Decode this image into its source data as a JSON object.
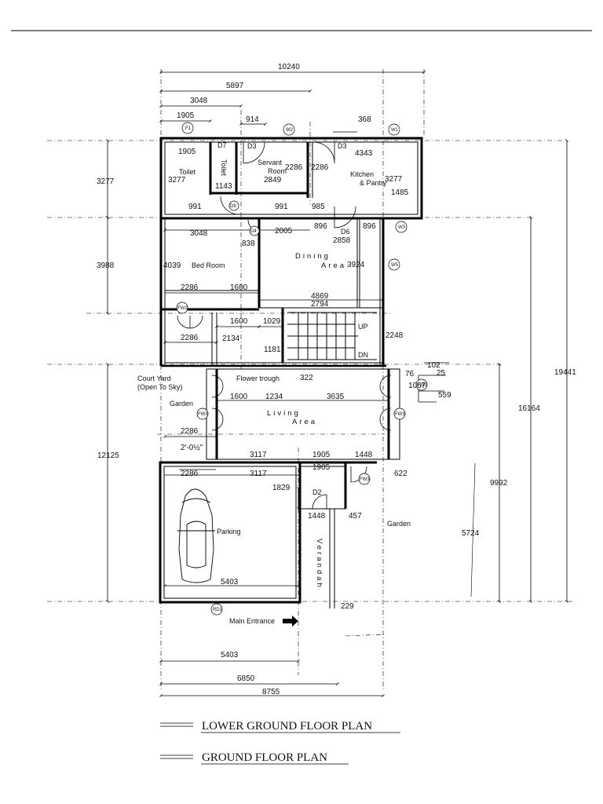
{
  "titles": {
    "lower": "LOWER GROUND FLOOR PLAN",
    "ground": "GROUND FLOOR PLAN"
  },
  "rooms": {
    "toilet1": "Toilet",
    "toilet2": "Toilet",
    "servant": "Servant",
    "servant2": "Room",
    "kitchen": "Kitchen",
    "kitchen2": "& Pantry",
    "dining": "Dining",
    "dining2": "Area",
    "bedroom": "Bed Room",
    "courtyard": "Court Yard",
    "courtyard2": "(Open To Sky)",
    "garden_left": "Garden",
    "garden_right": "Garden",
    "flower": "Flower trough",
    "living": "Living",
    "living2": "Area",
    "parking": "Parking",
    "verandah": "Verandah",
    "entrance": "Main Entrance",
    "up": "UP",
    "dn": "DN"
  },
  "tags": {
    "f1": "F1",
    "w2": "W2",
    "w1": "W1",
    "w3": "W3",
    "w5": "W5",
    "fw2": "FW2",
    "fw3a": "FW3",
    "fw3b": "FW3",
    "fw3c": "FW3",
    "fw3d": "FW3",
    "rd1": "RD1",
    "d7": "D7",
    "d3a": "D3",
    "d3b": "D3",
    "d9": "D9",
    "d4": "D4",
    "d6": "D6",
    "d2": "D2"
  },
  "dims": {
    "d10240": "10240",
    "d5897": "5897",
    "d3048a": "3048",
    "d1905a": "1905",
    "d914": "914",
    "d368": "368",
    "d1905b": "1905",
    "d4343": "4343",
    "d3277a": "3277",
    "d3277b": "3277",
    "d2286a": "2286",
    "d2286b": "2286",
    "d3277c": "3277",
    "d2849": "2849",
    "d1143": "1143",
    "d1485": "1485",
    "d991a": "991",
    "d991b": "991",
    "d985": "985",
    "d896a": "896",
    "d896b": "896",
    "d2005": "2005",
    "d2858": "2858",
    "d3048b": "3048",
    "d838": "838",
    "d3988": "3988",
    "d4039": "4039",
    "d3924": "3924",
    "d2286c": "2286",
    "d1600a": "1600",
    "d4869": "4869",
    "d2794": "2794",
    "d1600b": "1600",
    "d1029": "1029",
    "d2286d": "2286",
    "d2134": "2134",
    "d2248": "2248",
    "d1181": "1181",
    "d322": "322",
    "d102": "102",
    "d76": "76",
    "d25": "25",
    "d1067": "1067",
    "d559": "559",
    "d19441": "19441",
    "d16164": "16164",
    "d1600c": "1600",
    "d1234": "1234",
    "d3635": "3635",
    "d2286e": "2286",
    "d2ft": "2'-0½\"",
    "d12125": "12125",
    "d3117a": "3117",
    "d1905c": "1905",
    "d1448a": "1448",
    "d2286f": "2286",
    "d3117b": "3117",
    "d1905d": "1905",
    "d622": "622",
    "d9992": "9992",
    "d1829": "1829",
    "d1448b": "1448",
    "d457": "457",
    "d5724": "5724",
    "d5403a": "5403",
    "d229": "229",
    "d5403b": "5403",
    "d6850": "6850",
    "d8755": "8755"
  }
}
